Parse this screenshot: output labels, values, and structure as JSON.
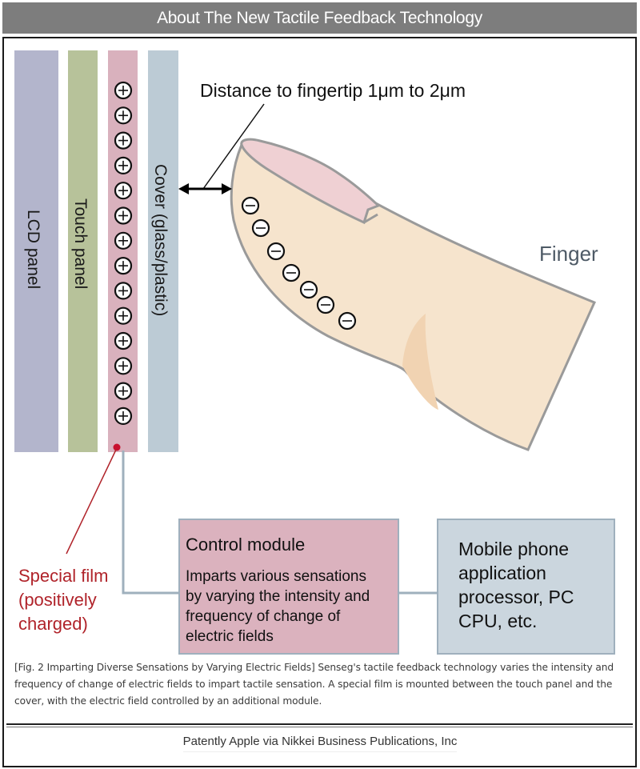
{
  "header": {
    "title": "About The New Tactile Feedback Technology"
  },
  "layers": [
    {
      "label": "LCD panel",
      "color": "#b3b5cc"
    },
    {
      "label": "Touch panel",
      "color": "#b7c29a"
    },
    {
      "label": "",
      "color": "#d9b1bd",
      "charges": 14,
      "charge_symbol": "+"
    },
    {
      "label": "Cover (glass/plastic)",
      "color": "#bccbd5"
    }
  ],
  "distance_label": "Distance to fingertip 1μm to 2μm",
  "finger": {
    "label": "Finger",
    "skin_color": "#f6e4cd",
    "nail_color": "#efd0d3",
    "outline_color": "#9a9a9a",
    "label_color": "#4e5a66",
    "charges": 7,
    "charge_symbol": "−"
  },
  "special_film": {
    "lines": [
      "Special film",
      "(positively",
      "charged)"
    ],
    "color": "#b0232a"
  },
  "control_module": {
    "title": "Control module",
    "body_lines": [
      "Imparts various sensations",
      "by varying the intensity and",
      "frequency of change of",
      "electric fields"
    ],
    "fill": "#dbb2be",
    "border": "#9fb0bd"
  },
  "processor_box": {
    "lines": [
      "Mobile phone",
      "application",
      "processor, PC",
      "CPU, etc."
    ],
    "fill": "#cbd6de",
    "border": "#9fb0bd"
  },
  "connector_color": "#9fb0bd",
  "caption": "[Fig. 2 Imparting Diverse Sensations by Varying Electric Fields] Senseg's tactile feedback technology varies the intensity and frequency of change of electric fields to impart tactile sensation. A special film is mounted between the touch panel and the cover, with the electric field controlled by an additional module.",
  "footer": {
    "credit": "Patently Apple via Nikkei Business Publications, Inc"
  }
}
